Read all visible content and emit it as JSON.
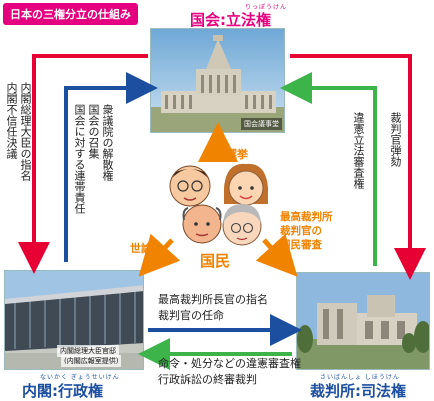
{
  "title": "日本の三権分立の仕組み",
  "diet": {
    "label": "国会:立法権",
    "reading": "りっぽうけん",
    "photo_caption": "国会議事堂"
  },
  "cabinet": {
    "label": "内閣:行政権",
    "reading": "ないかく  ぎょうせいけん",
    "photo_caption_1": "内閣総理大臣官邸",
    "photo_caption_2": "(内閣広報室提供)"
  },
  "court": {
    "label": "裁判所:司法権",
    "reading": "さいばんしょ   しほうけん"
  },
  "people": {
    "label": "国民"
  },
  "left_outer": [
    "内閣総理大臣の指名",
    "内閣不信任決議"
  ],
  "left_inner": [
    "衆議院の解散権",
    "国会の召集",
    "国会に対する連帯責任"
  ],
  "right_inner": "違憲立法審査権",
  "right_outer": "裁判官弾劾",
  "election": "選挙",
  "public_opinion": "世論",
  "review": [
    "最高裁判所",
    "裁判官の",
    "国民審査"
  ],
  "cabinet_to_court": [
    "最高裁判所長官の指名",
    "裁判官の任命"
  ],
  "court_to_cabinet": [
    "命令・処分などの違憲審査権",
    "行政訴訟の終審裁判"
  ],
  "colors": {
    "red": "#e60033",
    "blue": "#1d4fa0",
    "green": "#3cb44a",
    "orange": "#f08300",
    "pink": "#e4007f"
  }
}
